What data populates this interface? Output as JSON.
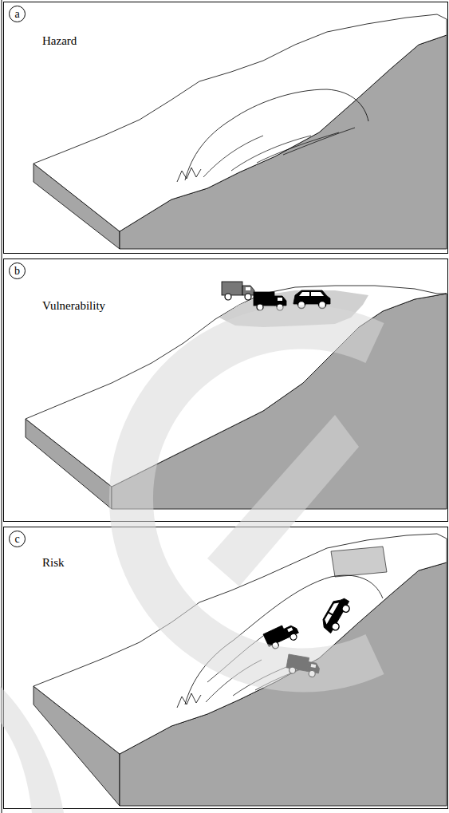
{
  "diagram": {
    "nodes": [
      {
        "text": [
          "Hazard"
        ]
      },
      {
        "text": [
          "a"
        ],
        "in": 0
      },
      {
        "text": [
          "Vulnerability"
        ]
      },
      {
        "text": [
          "b"
        ],
        "in": 2
      },
      {
        "text": [
          "Risk"
        ]
      },
      {
        "text": [
          "c"
        ],
        "in": 4
      }
    ]
  }
}
